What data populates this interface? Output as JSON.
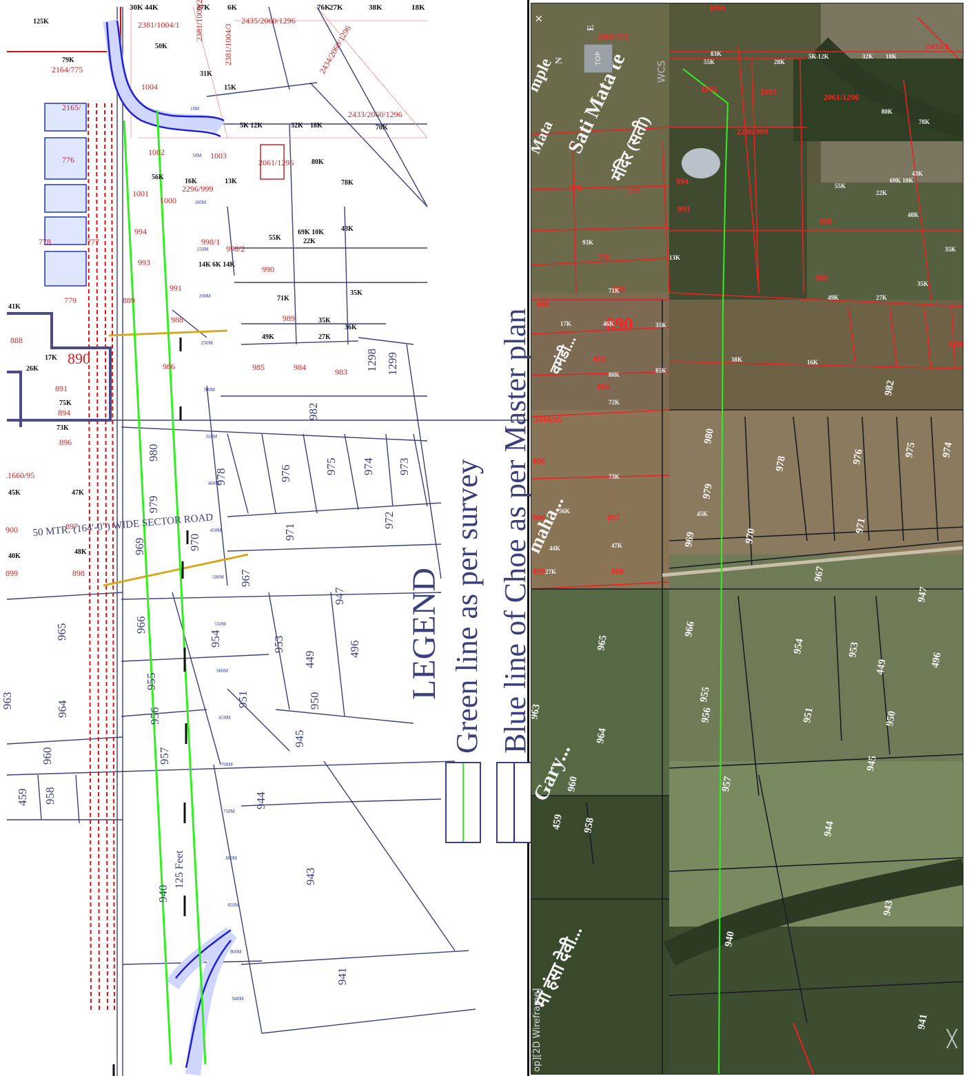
{
  "legend": {
    "title": "LEGEND",
    "green": "Green line as per  survey",
    "blue": "Blue line  of Choe as per Master plan"
  },
  "colors": {
    "survey_line": "#33ee22",
    "choe_line": "#1f1fd0",
    "parcel_line": "#3b3f7a",
    "red_text": "#cc2222",
    "road_dash": "#dd1111"
  },
  "cad": {
    "road_label": "50 MTR.  (164'-0\") WIDE  SECTOR ROAD",
    "width_label": "125 Feet",
    "top_labels": [
      "44K",
      "27K",
      "6K",
      "76K",
      "27K",
      "38K",
      "18K",
      "30K"
    ],
    "red_labels": [
      "2381/1004/1",
      "2435/2060/1296",
      "2381/1004/2",
      "2381/1004/3",
      "2434/2060/1296",
      "2433/2060/1296",
      "2061/1296",
      "2164/775",
      "1004",
      "2165/",
      "776",
      "1003",
      "1002",
      "1001",
      "1000",
      "2296/999",
      "778",
      "777",
      "998/1",
      "998/2",
      "994",
      "993",
      "990",
      "991",
      "779",
      "889",
      "888",
      "989",
      "988",
      "890",
      "891",
      "894",
      "896",
      ".1660/95",
      "900",
      "897",
      "899",
      "898",
      "986",
      "985",
      "984",
      "983"
    ],
    "area_labels": [
      "125K",
      "79K",
      "50K",
      "31K",
      "15K",
      "5K 12K",
      "32K",
      "18K",
      "70K",
      "56K",
      "16K",
      "13K",
      "55K",
      "69K 10K",
      "22K",
      "43K",
      "14K",
      "6K 14K",
      "71K",
      "35K",
      "49K",
      "27K",
      "41K",
      "17K",
      "26K",
      "75K",
      "73K",
      "45K",
      "47K",
      "40K",
      "48K",
      "80K",
      "78K",
      "35K",
      "36K"
    ],
    "parcels": [
      "1298",
      "1299",
      "982",
      "980",
      "978",
      "976",
      "975",
      "974",
      "973",
      "979",
      "971",
      "972",
      "969",
      "970",
      "967",
      "947",
      "965",
      "966",
      "954",
      "953",
      "449",
      "496",
      "955",
      "951",
      "950",
      "964",
      "956",
      "945",
      "960",
      "957",
      "459",
      "958",
      "944",
      "943",
      "940",
      "941",
      "963"
    ],
    "distance_labels": [
      "10M",
      "50M",
      "100M",
      "150M",
      "200M",
      "250M",
      "300M",
      "350M",
      "400M",
      "450M",
      "500M",
      "550M",
      "600M",
      "650M",
      "700M",
      "750M",
      "800M",
      "850M",
      "900M",
      "940M"
    ]
  },
  "satellite": {
    "place_labels": [
      "Sati Mata te",
      "मंदिर (सती)",
      "mple",
      "Mata",
      "maha...",
      "Gary...",
      "मां हंसा देवी...",
      "वमंडी..."
    ],
    "red_labels": [
      "2165/775",
      "2433/2",
      "1004",
      "1002",
      "1003",
      "2061/1296",
      "2296/999",
      "778",
      "777",
      "994",
      "993",
      "779",
      "889",
      "888",
      "890",
      "990",
      "989",
      "891",
      "894",
      ".1660/95",
      "896",
      "900",
      "897",
      "899",
      "898",
      "1298"
    ],
    "area_labels": [
      "83K",
      "55K",
      "28K",
      "5K 12K",
      "32K",
      "18K",
      "80K",
      "78K",
      "43K",
      "55K",
      "69K 10K",
      "22K",
      "40K",
      "35K",
      "35K",
      "49K",
      "27K",
      "93K",
      "13K",
      "71K",
      "35K",
      "46K",
      "17K",
      "85K",
      "80K",
      "72K",
      "73K",
      "56K",
      "45K",
      "47K",
      "44K",
      "27K",
      "38K",
      "16K"
    ],
    "parcels": [
      "982",
      "980",
      "978",
      "976",
      "975",
      "974",
      "979",
      "969",
      "970",
      "971",
      "967",
      "947",
      "965",
      "966",
      "954",
      "953",
      "449",
      "496",
      "955",
      "951",
      "950",
      "964",
      "956",
      "945",
      "960",
      "957",
      "459",
      "958",
      "944",
      "943",
      "940",
      "941",
      "963"
    ],
    "ui": {
      "top_button": "TOP",
      "wcs": "WCS",
      "close": "×",
      "view_label": "op][2D Wireframe]",
      "crosshair": "╳",
      "compass": [
        "N",
        "E"
      ]
    }
  }
}
